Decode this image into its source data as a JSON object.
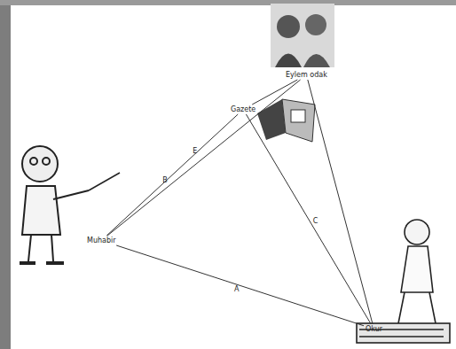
{
  "diagram": {
    "nodes": [
      {
        "text": [
          "Eylem odak"
        ]
      },
      {
        "text": [
          "Gazete"
        ]
      },
      {
        "text": [
          "Muhabir"
        ]
      },
      {
        "text": [
          "Okur"
        ]
      }
    ],
    "edges": [
      {
        "from": 2,
        "to": 0,
        "label": "E",
        "arrow": "none"
      },
      {
        "from": 2,
        "to": 1,
        "label": "B",
        "arrow": "none"
      },
      {
        "from": 1,
        "to": 3,
        "label": "C",
        "arrow": "none"
      },
      {
        "from": 2,
        "to": 3,
        "label": "A",
        "arrow": "none"
      },
      {
        "from": 0,
        "to": 3,
        "arrow": "none"
      },
      {
        "from": 0,
        "to": 1,
        "arrow": "none"
      }
    ]
  }
}
